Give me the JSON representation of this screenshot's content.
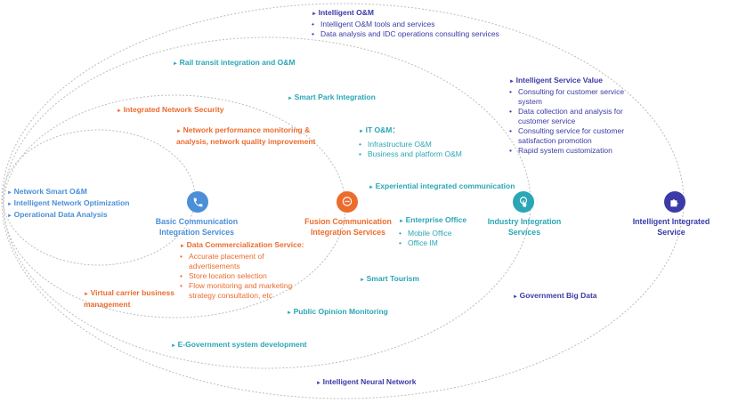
{
  "colors": {
    "basic": "#4a8fd8",
    "fusion": "#ec6b2d",
    "industry": "#2aa6b5",
    "intelligent": "#3a3aa8"
  },
  "icons": {
    "basic": "phone-icon",
    "fusion": "chat-bubble-icon",
    "industry": "touch-icon",
    "intelligent": "puzzle-icon"
  },
  "centers": {
    "basic": "Basic Communication Integration Services",
    "fusion": "Fusion Communication Integration Services",
    "industry": "Industry Integration Services",
    "intelligent": "Intelligent Integrated Service"
  },
  "basic_items": {
    "a": "Network Smart O&M",
    "b": "Intelligent Network Optimization",
    "c": "Operational Data Analysis"
  },
  "fusion_items": {
    "network_security": "Integrated Network Security",
    "network_perf": "Network performance  monitoring & analysis, network quality improvement",
    "data_comm_title": "Data Commercialization Service:",
    "data_comm": [
      "Accurate placement of advertisements",
      "Store location selection",
      "Flow monitoring and marketing strategy consultation, etc"
    ],
    "virtual_carrier": "Virtual carrier business management"
  },
  "industry_items": {
    "rail": "Rail transit integration and O&M",
    "smart_park": "Smart Park Integration",
    "it_om_title": "IT O&M：",
    "it_om": [
      "Infrastructure O&M",
      "Business and platform O&M"
    ],
    "experiential": "Experiential integrated communication",
    "enterprise_title": "Enterprise Office",
    "enterprise": [
      "Mobile Office",
      "Office IM"
    ],
    "smart_tourism": "Smart Tourism",
    "public_opinion": "Public Opinion  Monitoring",
    "egov": "E-Government system development"
  },
  "intelligent_items": {
    "om_title": "Intelligent O&M",
    "om": [
      "Intelligent O&M tools and services",
      "Data analysis and IDC operations consulting services"
    ],
    "value_title": "Intelligent Service Value",
    "value": [
      "Consulting for customer service system",
      "Data collection and analysis for customer service",
      "Consulting service for customer satisfaction promotion",
      "Rapid system customization"
    ],
    "gov_big_data": "Government Big Data",
    "neural": "Intelligent Neural Network"
  }
}
